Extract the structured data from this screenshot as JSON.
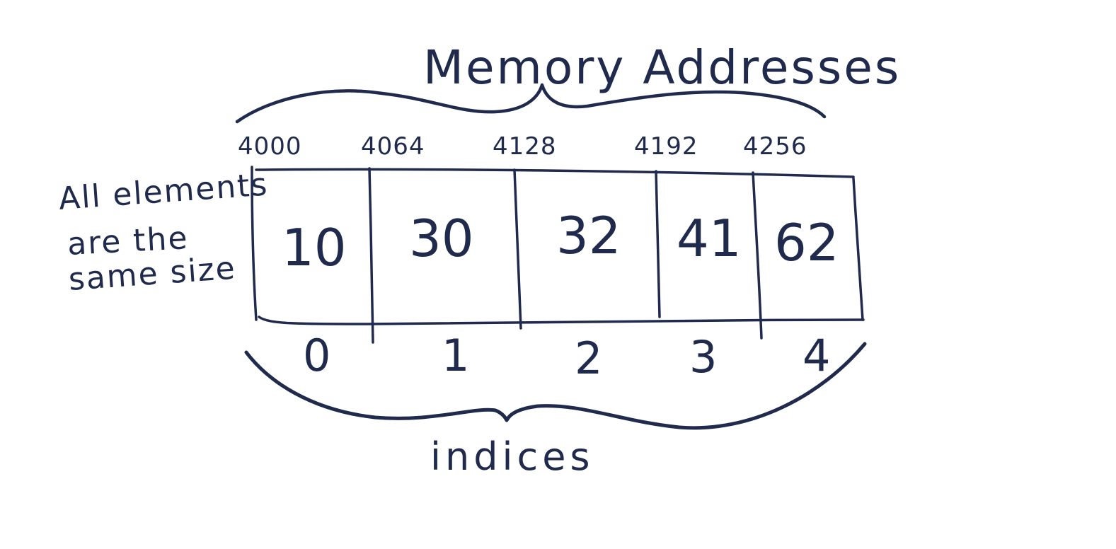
{
  "diagram": {
    "title": "Memory Addresses",
    "addresses": [
      "4000",
      "4064",
      "4128",
      "4192",
      "4256"
    ],
    "values": [
      "10",
      "30",
      "32",
      "41",
      "62"
    ],
    "indices": [
      "0",
      "1",
      "2",
      "3",
      "4"
    ],
    "index_label": "indices",
    "note_lines": [
      "All elements",
      "are the",
      "same size"
    ],
    "colors": {
      "ink": "#1f2a4d",
      "background": "#ffffff"
    }
  }
}
